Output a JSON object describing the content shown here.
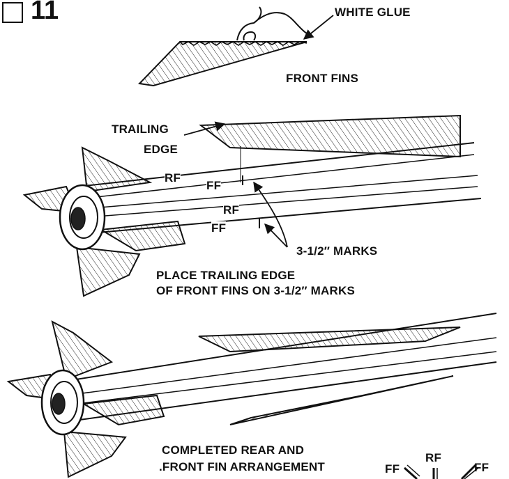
{
  "step": {
    "number": "11"
  },
  "panel1": {
    "glue_label": "WHITE GLUE",
    "fins_label": "FRONT FINS"
  },
  "panel2": {
    "trailing_edge_line1": "TRAILING",
    "trailing_edge_line2": "EDGE",
    "rf_upper": "RF",
    "ff_upper": "FF",
    "rf_lower": "RF",
    "ff_lower": "FF",
    "marks_label": "3-1/2″ MARKS",
    "instruction_line1": "PLACE TRAILING EDGE",
    "instruction_line2": "OF FRONT FINS ON 3-1/2″ MARKS"
  },
  "panel3": {
    "caption_line1": "COMPLETED REAR AND",
    "caption_line2": ".FRONT FIN ARRANGEMENT",
    "key_rf": "RF",
    "key_ff_left": "FF",
    "key_ff_right": "FF"
  }
}
